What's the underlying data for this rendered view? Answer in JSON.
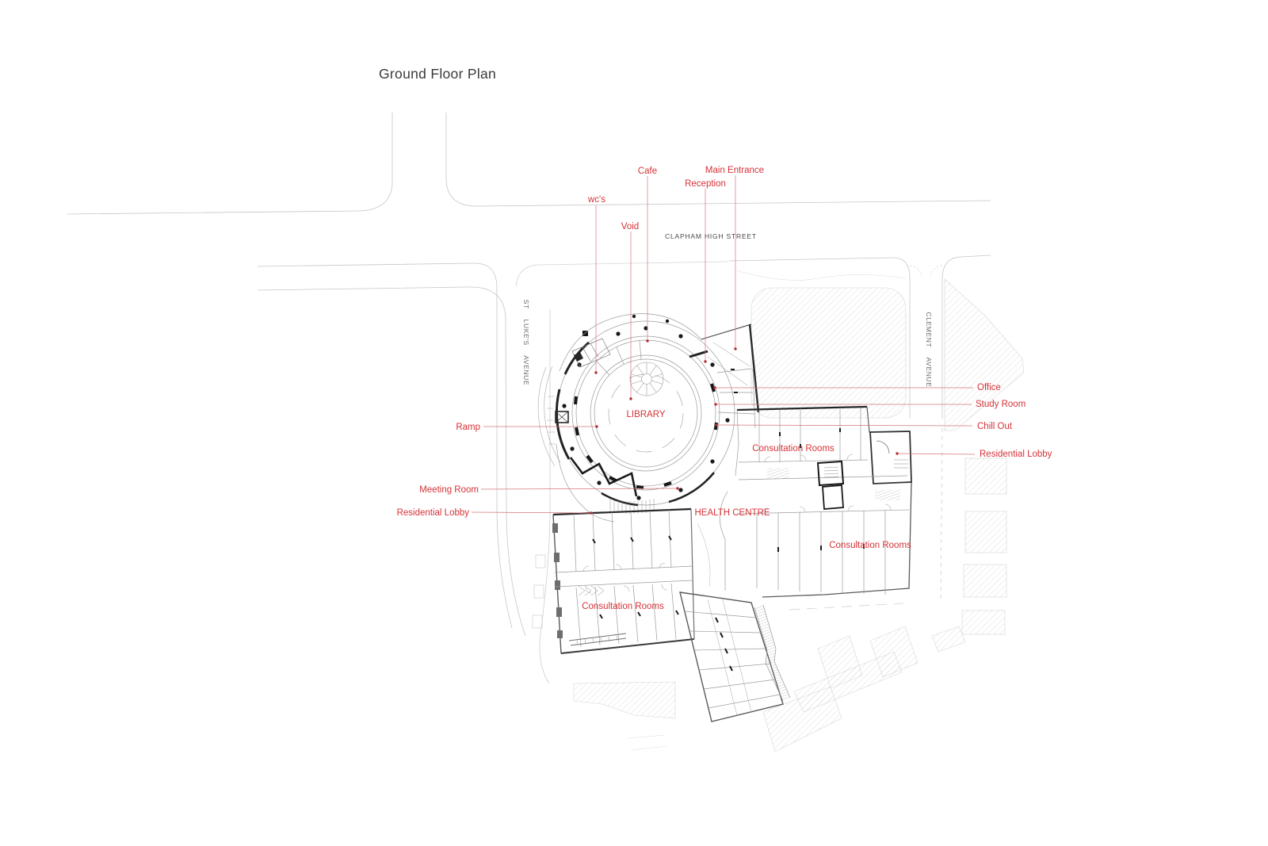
{
  "title": "Ground Floor Plan",
  "plan": {
    "streets": {
      "clapham_high_street": "CLAPHAM HIGH STREET",
      "st_lukes_avenue": "ST LUKE'S AVENUE",
      "clement_avenue": "CLEMENT AVENUE"
    },
    "labels": {
      "cafe": "Cafe",
      "main_entrance": "Main Entrance",
      "reception": "Reception",
      "wcs": "wc's",
      "void": "Void",
      "office": "Office",
      "study_room": "Study Room",
      "chill_out": "Chill Out",
      "residential_lobby_right": "Residential Lobby",
      "ramp": "Ramp",
      "meeting_room": "Meeting Room",
      "residential_lobby_left": "Residential Lobby",
      "library": "LIBRARY",
      "health_centre": "HEALTH CENTRE",
      "consultation_rooms_mid": "Consultation Rooms",
      "consultation_rooms_right": "Consultation Rooms",
      "consultation_rooms_bottom_left": "Consultation Rooms"
    },
    "colors": {
      "label_red": "#d63238",
      "leader_red": "#d4767c",
      "street_text": "#4a4a4a",
      "avenue_text": "#6a6a6a",
      "title_text": "#3a3a3a"
    }
  }
}
